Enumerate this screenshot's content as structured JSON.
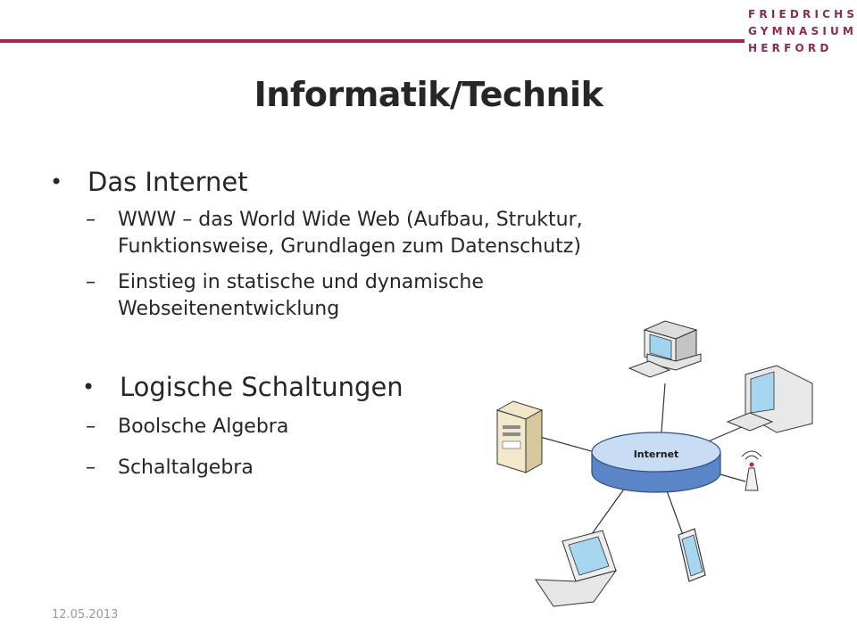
{
  "logo": {
    "lines": [
      "FRIEDRICHS",
      "GYMNASIUM",
      "HERFORD"
    ]
  },
  "title": "Informatik/Technik",
  "sections": [
    {
      "heading": "Das Internet",
      "items": [
        "WWW – das World Wide Web (Aufbau, Struktur, Funktionsweise, Grundlagen zum Datenschutz)",
        "Einstieg in statische und dynamische Webseitenentwicklung"
      ]
    },
    {
      "heading": "Logische Schaltungen",
      "items": [
        "Boolsche Algebra",
        "Schaltalgebra"
      ]
    }
  ],
  "bullet_symbol": "•",
  "dash_symbol": "–",
  "diagram": {
    "center_label": "Internet"
  },
  "footer": {
    "date": "12.05.2013"
  },
  "colors": {
    "accent": "#9c2a4a",
    "text": "#262626",
    "muted": "#9a9a9a"
  }
}
